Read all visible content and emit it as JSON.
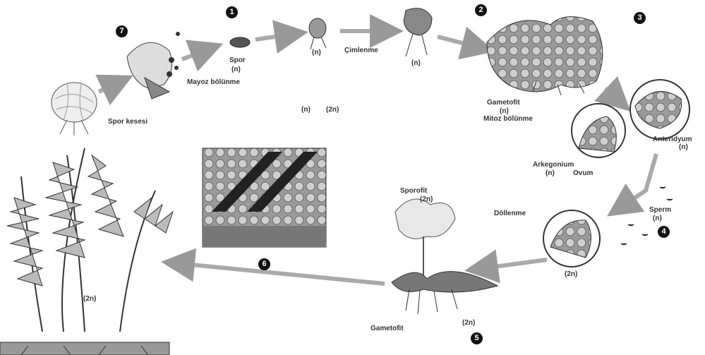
{
  "steps": [
    "1",
    "2",
    "3",
    "4",
    "5",
    "6",
    "7"
  ],
  "labels": {
    "spor": "Spor",
    "spor_n": "(n)",
    "mayoz": "Mayoz bölünme",
    "germ_n": "(n)",
    "cimlenme": "Çimlenme",
    "germ2_n": "(n)",
    "gametofit": "Gametofit",
    "gametofit_n": "(n)",
    "mitoz": "Mitoz bölünme",
    "center_n": "(n)",
    "center_2n": "(2n)",
    "spor_kesesi": "Spor kesesi",
    "arkegonium": "Arkegonium",
    "arkegonium_n": "(n)",
    "ovum": "Ovum",
    "anteridyum": "Anteridyum",
    "anteridyum_n": "(n)",
    "sperm": "Sperm",
    "sperm_n": "(n)",
    "dollenme": "Döllenme",
    "zygote_2n": "(2n)",
    "sporofit": "Sporofit",
    "sporofit_2n": "(2n)",
    "gametofit_bottom": "Gametofit",
    "bottom_2n": "(2n)",
    "fern_2n": "(2n)"
  },
  "colors": {
    "arrow": "#a8a8a8",
    "tissue": "#8a8a8a",
    "outline": "#333333",
    "badge": "#111111"
  }
}
